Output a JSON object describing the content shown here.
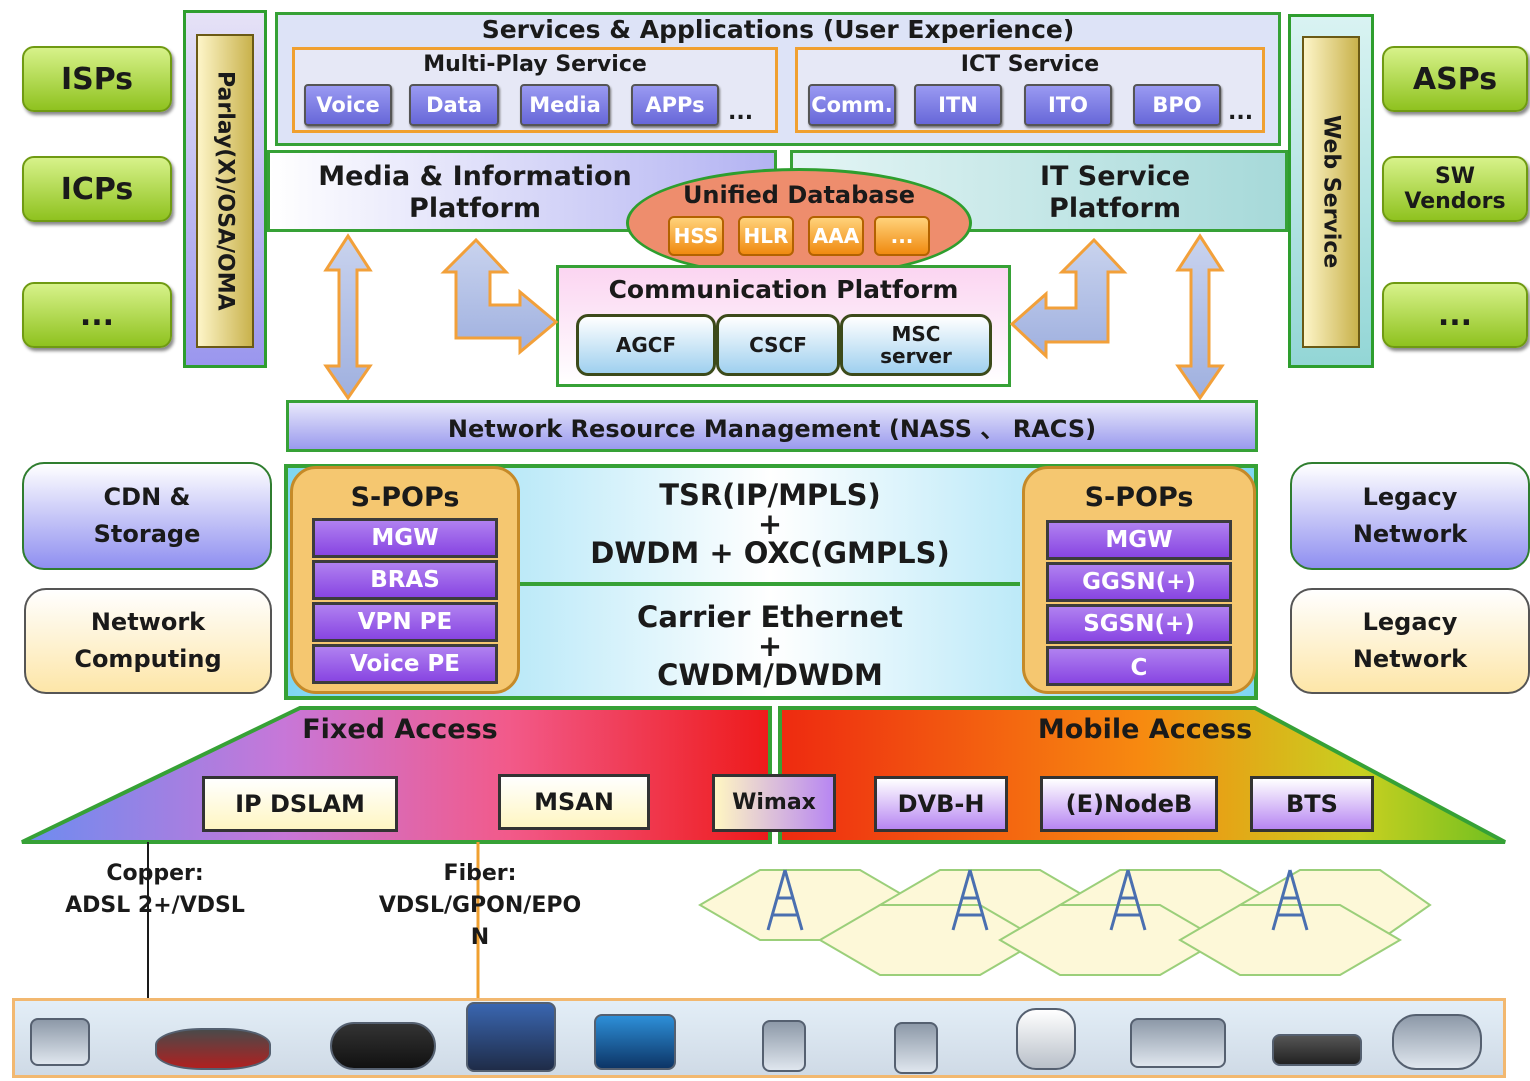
{
  "left_partners": [
    "ISPs",
    "ICPs",
    "..."
  ],
  "right_partners": [
    "ASPs",
    "SW Vendors",
    "..."
  ],
  "left_vbar": "Parlay(X)/OSA/OMA",
  "right_vbar": "Web Service",
  "services": {
    "title": "Services & Applications (User Experience)",
    "multi_play": {
      "title": "Multi-Play Service",
      "items": [
        "Voice",
        "Data",
        "Media",
        "APPs"
      ],
      "more": "..."
    },
    "ict": {
      "title": "ICT Service",
      "items": [
        "Comm.",
        "ITN",
        "ITO",
        "BPO"
      ],
      "more": "..."
    }
  },
  "media_platform": "Media & Information Platform",
  "it_platform": "IT Service Platform",
  "unified_db": {
    "title": "Unified Database",
    "items": [
      "HSS",
      "HLR",
      "AAA",
      "..."
    ]
  },
  "comm_platform": {
    "title": "Communication Platform",
    "items": [
      "AGCF",
      "CSCF",
      "MSC server"
    ]
  },
  "nrm": "Network Resource Management (NASS 、 RACS)",
  "core": {
    "row1": [
      "TSR(IP/MPLS)",
      "+",
      "DWDM + OXC(GMPLS)"
    ],
    "row2": [
      "Carrier Ethernet",
      "+",
      "CWDM/DWDM"
    ]
  },
  "spop_left": {
    "title": "S-POPs",
    "items": [
      "MGW",
      "BRAS",
      "VPN PE",
      "Voice PE"
    ]
  },
  "spop_right": {
    "title": "S-POPs",
    "items": [
      "MGW",
      "GGSN(+)",
      "SGSN(+)"
    ],
    "partial": "C"
  },
  "left_side": [
    "CDN & Storage",
    "Network Computing"
  ],
  "right_side": [
    "Legacy Network",
    "Legacy Network"
  ],
  "fixed_access": {
    "title": "Fixed Access",
    "items": [
      "IP DSLAM",
      "MSAN"
    ]
  },
  "wimax": "Wimax",
  "mobile_access": {
    "title": "Mobile Access",
    "items": [
      "DVB-H",
      "(E)NodeB",
      "BTS"
    ]
  },
  "copper": [
    "Copper:",
    "ADSL 2+/VDSL"
  ],
  "fiber": [
    "Fiber:",
    "VDSL/GPON/EPO",
    "N"
  ],
  "devices": [
    "phone-icon",
    "set-top-box-icon",
    "projector-icon",
    "pc-icon",
    "tv-icon",
    "mobile-icon",
    "mobile-icon",
    "cell-phone-icon",
    "laptop-icon",
    "router-icon",
    "telephone-icon"
  ],
  "colors": {
    "green_border": "#36a136",
    "purple": "#8845e2",
    "orange": "#f0a030"
  }
}
